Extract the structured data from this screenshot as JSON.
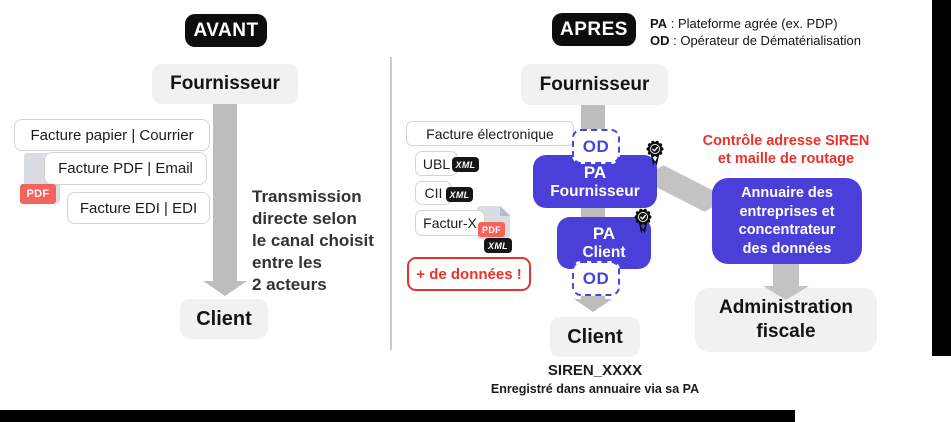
{
  "colors": {
    "purple": "#4b3fd9",
    "od_blue": "#4545e2",
    "red": "#e9322b",
    "arrow_gray": "#bdbdbd",
    "box_gray": "#f1f1f2",
    "black": "#0d0d0d",
    "pdf_red": "#f3655c"
  },
  "before": {
    "badge": "AVANT",
    "supplier": "Fournisseur",
    "client": "Client",
    "channels": [
      "Facture papier | Courrier",
      "Facture PDF | Email",
      "Facture EDI | EDI"
    ],
    "pdf_icon_label": "PDF",
    "note_lines": [
      "Transmission",
      "directe selon",
      "le canal choisit",
      "entre les",
      "2 acteurs"
    ]
  },
  "after": {
    "badge": "APRES",
    "legend": [
      {
        "term": "PA",
        "desc": " : Plateforme agrée (ex. PDP)"
      },
      {
        "term": "OD",
        "desc": " : Opérateur de Dématérialisation"
      }
    ],
    "supplier": "Fournisseur",
    "client": "Client",
    "e_invoice": "Facture électronique",
    "formats": {
      "ubl": {
        "name": "UBL",
        "badge": "XML"
      },
      "cii": {
        "name": "CII",
        "badge": "XML"
      },
      "facturx": {
        "name": "Factur-X",
        "pdf_badge": "PDF",
        "xml_badge": "XML"
      }
    },
    "more_data": "+ de données !",
    "od_label": "OD",
    "pa_supplier_lines": [
      "PA",
      "Fournisseur"
    ],
    "pa_client_lines": [
      "PA",
      "Client"
    ],
    "control_note_lines": [
      "Contrôle adresse SIREN",
      "et maille de routage"
    ],
    "directory_lines": [
      "Annuaire des",
      "entreprises et",
      "concentrateur",
      "des données"
    ],
    "tax_admin_lines": [
      "Administration",
      "fiscale"
    ],
    "siren": "SIREN_XXXX",
    "siren_sub": "Enregistré dans annuaire via sa PA"
  }
}
